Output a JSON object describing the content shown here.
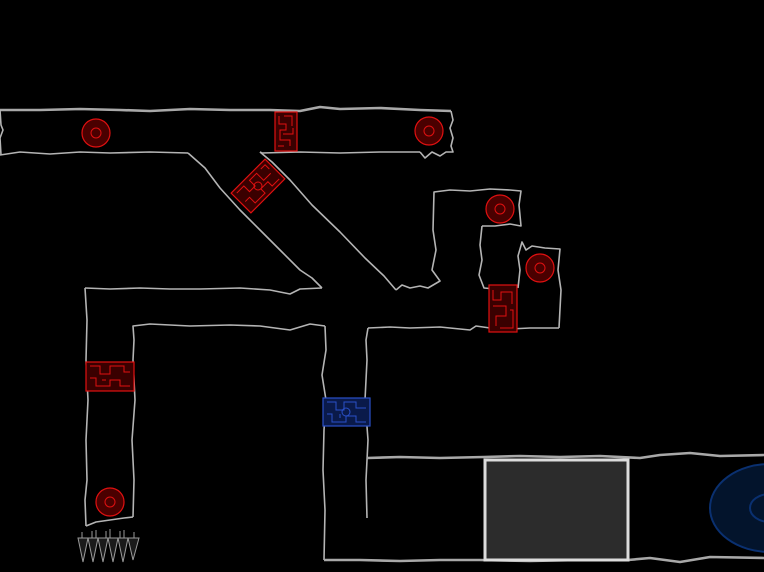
{
  "game": {
    "background_color": "#000000",
    "wall_color": "#b4b4b4",
    "hazard_color": "#e01010",
    "goal_color": "#2a50c8",
    "block_color": "#2c2c2c",
    "portal_color": "#0a2a5a",
    "objects": {
      "red_gates": 4,
      "red_orbs": 5,
      "blue_gates": 1,
      "spike_clusters": 1,
      "pushable_blocks": 1,
      "portals": 1
    }
  }
}
